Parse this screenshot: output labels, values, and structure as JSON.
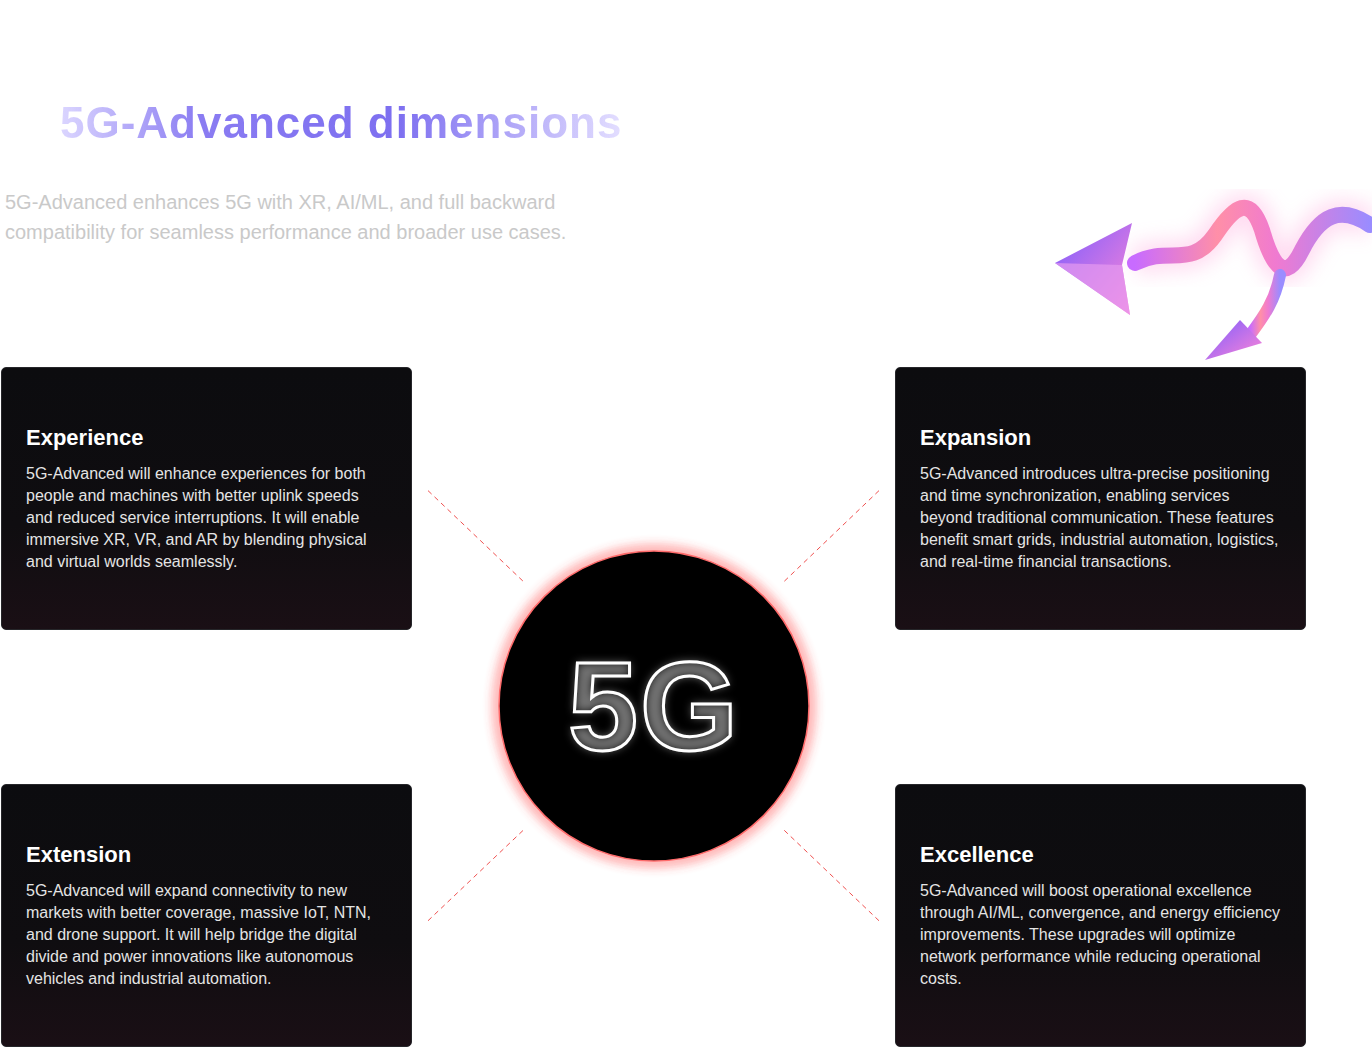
{
  "diagram": {
    "title": "5G-Advanced dimensions",
    "nodes": [
      {
        "text": [
          "Experience",
          "5G-Advanced will enhance experiences for both people and machines with better uplink speeds and reduced service interruptions. It will enable immersive XR, VR, and AR by blending physical and virtual worlds seamlessly."
        ]
      },
      {
        "text": [
          "Expansion",
          "5G-Advanced introduces ultra-precise positioning and time synchronization, enabling services beyond traditional communication. These features benefit smart grids, industrial automation, logistics, and real-time financial transactions."
        ]
      },
      {
        "text": [
          "5G"
        ]
      },
      {
        "text": [
          "Extension",
          "5G-Advanced will expand connectivity to new markets with better coverage, massive IoT, NTN, and drone support. It will help bridge the digital divide and power innovations like autonomous vehicles and industrial automation."
        ]
      },
      {
        "text": [
          "Excellence",
          "5G-Advanced will boost operational excellence through AI/ML, convergence, and energy efficiency improvements. These upgrades will optimize network performance while reducing operational costs."
        ]
      }
    ],
    "edges": [
      {
        "from": 0,
        "to": 2,
        "arrow": "none"
      },
      {
        "from": 1,
        "to": 2,
        "arrow": "none"
      },
      {
        "from": 3,
        "to": 2,
        "arrow": "none"
      },
      {
        "from": 4,
        "to": 2,
        "arrow": "none"
      }
    ],
    "labels": [
      "5G-Advanced enhances 5G with XR, AI/ML, and full backward compatibility for seamless performance and broader use cases."
    ]
  }
}
